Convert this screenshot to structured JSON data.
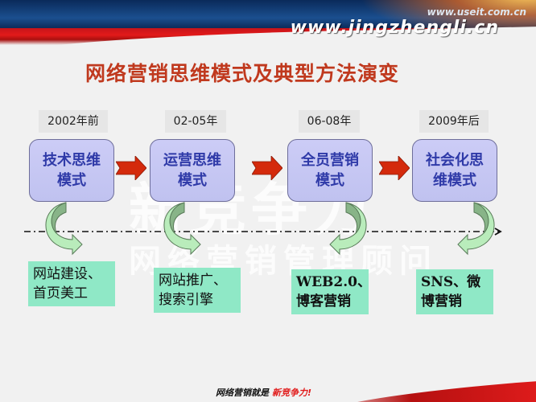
{
  "header": {
    "site_url": "www.jingzhengli.cn",
    "small_url": "www.useit.com.cn"
  },
  "title": "网络营销思维模式及典型方法演变",
  "watermark": {
    "line1": "新竞争力",
    "line2": "网络营销管理顾问"
  },
  "stages": [
    {
      "period": "2002年前",
      "mode_line1": "技术思维",
      "mode_line2": "模式",
      "practice_line1": "网站建设、",
      "practice_line2": "首页美工"
    },
    {
      "period": "02-05年",
      "mode_line1": "运营思维",
      "mode_line2": "模式",
      "practice_line1": "网站推广、",
      "practice_line2": "搜索引擎"
    },
    {
      "period": "06-08年",
      "mode_line1": "全员营销",
      "mode_line2": "模式",
      "practice_line1": "WEB2.0、",
      "practice_line2": "博客营销"
    },
    {
      "period": "2009年后",
      "mode_line1": "社会化思",
      "mode_line2": "维模式",
      "practice_line1": "SNS、微",
      "practice_line2": "博营销"
    }
  ],
  "footer": {
    "slogan": "网络营销就是",
    "brand": "新竞争力!"
  },
  "colors": {
    "title": "#c0391e",
    "mode_box_fill": "#c6c8f3",
    "mode_text": "#2f3aa8",
    "practice_fill": "#8fe8c6",
    "arrow_red": "#d42a0c",
    "curl_green": "#9fd09a"
  }
}
